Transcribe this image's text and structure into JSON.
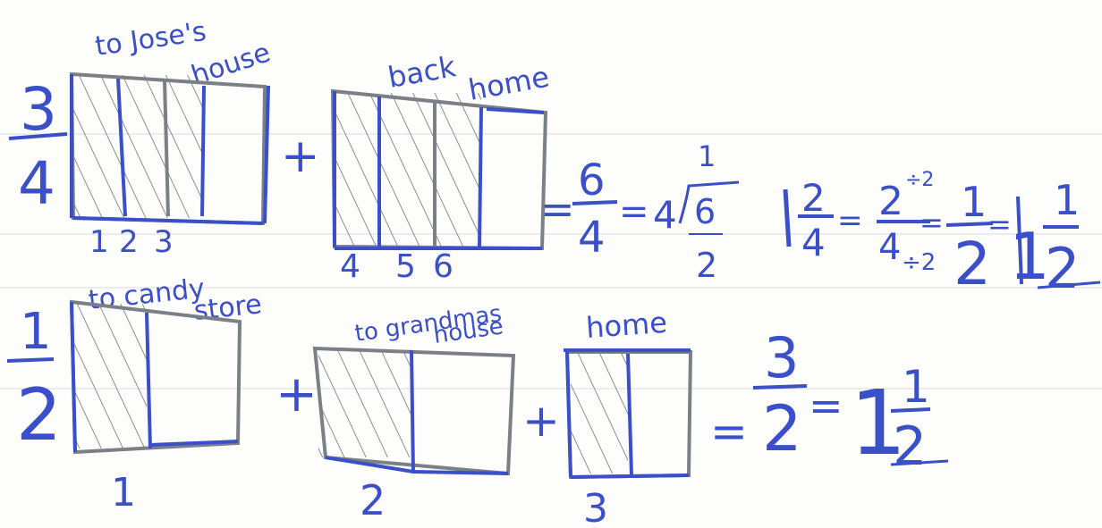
{
  "colors": {
    "ink": "#3a4fc8",
    "pencil": "#7b7f86",
    "hatch": "#8a8e94",
    "paper": "#fdfdfc",
    "ruled_line": "#cfd6dc"
  },
  "problem_1": {
    "fraction_3_4": {
      "numerator": "3",
      "denominator": "4"
    },
    "label_to_joses_house": [
      "to Jose's",
      "house"
    ],
    "label_back_home": [
      "back",
      "home"
    ],
    "counts_first": [
      "1",
      "2",
      "3"
    ],
    "plus_1": "+",
    "counts_second": [
      "4",
      "5",
      "6"
    ],
    "equals_1": "=",
    "fraction_6_4": {
      "numerator": "6",
      "denominator": "4"
    },
    "equals_2": "=",
    "division": {
      "divisor": "4",
      "quotient": "1",
      "dividend": "6",
      "remainder": "2"
    },
    "fraction_2_4": {
      "numerator": "2",
      "denominator": "4"
    },
    "equals_3": "=",
    "simplify": {
      "numerator": "2",
      "num_divisor": "÷2",
      "denominator": "4",
      "den_divisor": "÷2"
    },
    "equals_4": "=",
    "fraction_1_2": {
      "numerator": "1",
      "denominator": "2"
    },
    "equals_5": "=",
    "answer": {
      "whole": "1",
      "numerator": "1",
      "denominator": "2"
    }
  },
  "problem_2": {
    "fraction_1_2": {
      "numerator": "1",
      "denominator": "2"
    },
    "label_to_candy_store": [
      "to candy",
      "store"
    ],
    "label_to_grandmas_house": [
      "to grandmas",
      "house"
    ],
    "label_home": "home",
    "counts": [
      "1",
      "2",
      "3"
    ],
    "plus_1": "+",
    "plus_2": "+",
    "equals_1": "=",
    "fraction_3_2": {
      "numerator": "3",
      "denominator": "2"
    },
    "equals_2": "=",
    "answer": {
      "whole": "1",
      "numerator": "1",
      "denominator": "2"
    }
  }
}
